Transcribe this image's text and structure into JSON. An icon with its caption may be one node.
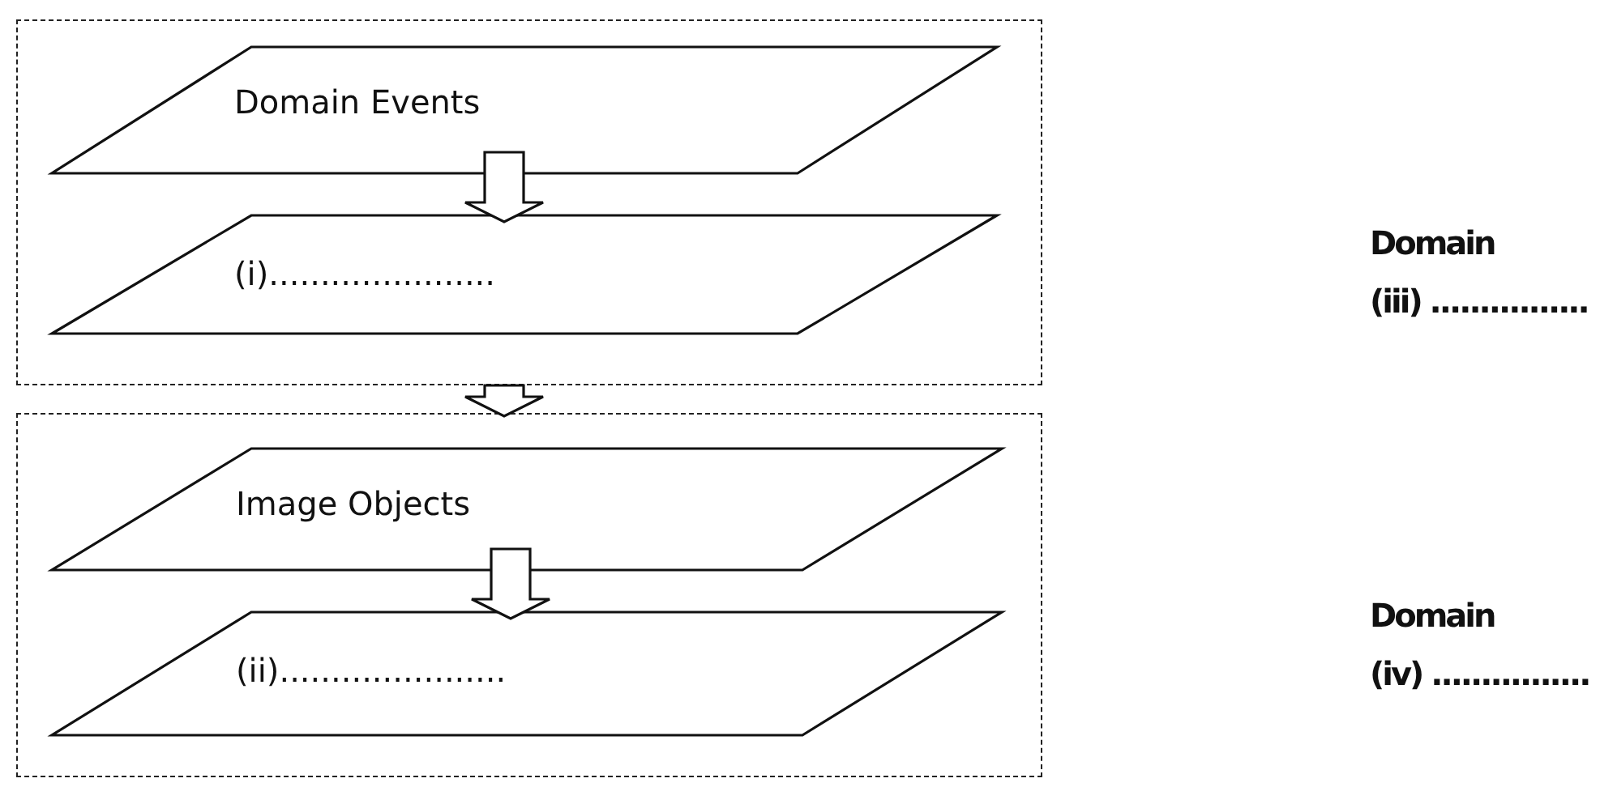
{
  "diagram": {
    "nodes": [
      {
        "text": [],
        "shape": "box"
      },
      {
        "text": [
          "Domain Events"
        ],
        "in": 0
      },
      {
        "text": [
          "(i)......................"
        ],
        "in": 0
      },
      {
        "text": [],
        "shape": "box"
      },
      {
        "text": [
          "Image Objects"
        ],
        "in": 3
      },
      {
        "text": [
          "(ii)......................"
        ],
        "in": 3
      }
    ],
    "edges": [
      {
        "from": 1,
        "to": 2,
        "arrow": "to"
      },
      {
        "from": 0,
        "to": 3,
        "arrow": "to"
      },
      {
        "from": 4,
        "to": 5,
        "arrow": "to"
      }
    ],
    "labels": [
      "Domain",
      "(iii) ................",
      "Domain",
      "(iv) ................"
    ]
  }
}
